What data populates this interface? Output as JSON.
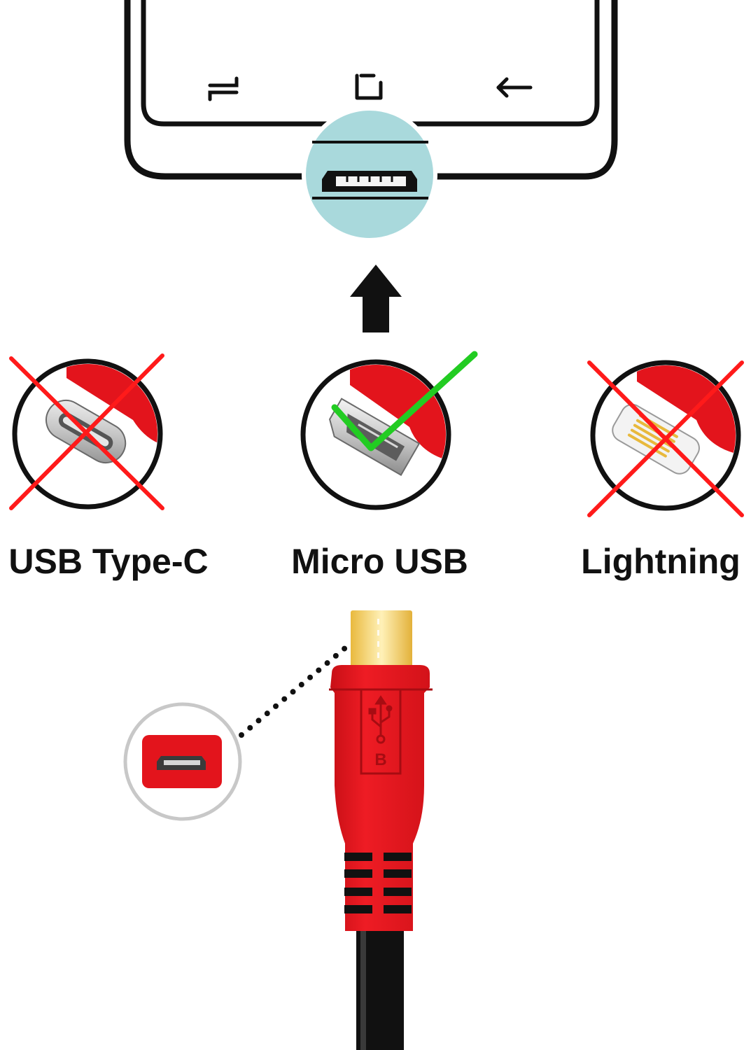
{
  "colors": {
    "outline": "#111111",
    "accent_red": "#e3141c",
    "port_highlight": "#a9d9dc",
    "check_green": "#22cc22",
    "cross_red": "#ff1a1a",
    "gold_contact": "#f2cd5c",
    "cable_black": "#111111",
    "inset_ring": "#c8c8c8"
  },
  "phone": {
    "nav_icons": [
      "recent-apps-icon",
      "home-square-icon",
      "back-arrow-icon"
    ],
    "port": "micro-usb-port-icon"
  },
  "options": [
    {
      "label": "USB Type-C",
      "status": "incompatible",
      "mark": "red-cross-icon"
    },
    {
      "label": "Micro USB",
      "status": "compatible",
      "mark": "green-check-icon"
    },
    {
      "label": "Lightning",
      "status": "incompatible",
      "mark": "red-cross-icon"
    }
  ],
  "plug": {
    "symbol": "usb-trident-icon",
    "letter": "B"
  }
}
